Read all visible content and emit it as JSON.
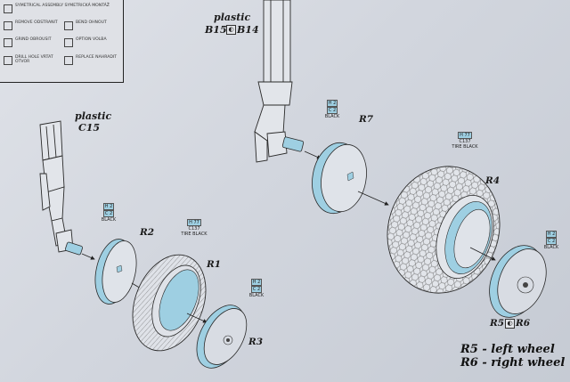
{
  "legend": [
    {
      "symbol": "sym-assembly",
      "text": "SYMETRICAL ASSEMBLY SYMETRICKÁ MONTÁŽ"
    },
    {
      "symbol": "sym-remove",
      "text": "REMOVE ODSTRANIT"
    },
    {
      "symbol": "sym-bend",
      "text": "BEND OHNOUT"
    },
    {
      "symbol": "sym-grind",
      "text": "GRIND OBROUSIT"
    },
    {
      "symbol": "sym-option",
      "text": "OPTION VOLBA"
    },
    {
      "symbol": "sym-drill",
      "text": "DRILL HOLE VRTAT OTVOR"
    },
    {
      "symbol": "sym-replace",
      "text": "REPLACE NAHRADIT"
    }
  ],
  "labels": {
    "plastic_left": "plastic",
    "part_c15": "C15",
    "plastic_right": "plastic",
    "part_b15": "B15",
    "part_b14": "B14",
    "r1": "R1",
    "r2": "R2",
    "r3": "R3",
    "r4": "R4",
    "r5": "R5",
    "r6": "R6",
    "r7": "R7",
    "r5_bottom": "R5 - left wheel",
    "r6_bottom": "R6 - right wheel"
  },
  "tags": {
    "r2": {
      "code": "H 2",
      "ref": "C 2",
      "name": "BLACK"
    },
    "r1": {
      "code": "H 77",
      "ref": "C137",
      "name": "TIRE BLACK"
    },
    "r3": {
      "code": "H 2",
      "ref": "C 2",
      "name": "BLACK"
    },
    "r7": {
      "code": "H 2",
      "ref": "C 2",
      "name": "BLACK"
    },
    "r4": {
      "code": "H 77",
      "ref": "C137",
      "name": "TIRE BLACK"
    },
    "r5": {
      "code": "H 2",
      "ref": "C 2",
      "name": "BLACK"
    }
  },
  "colors": {
    "resin_blue": "#9ecfe2",
    "line": "#2a2a2a",
    "sheet": "#d6dae1"
  }
}
